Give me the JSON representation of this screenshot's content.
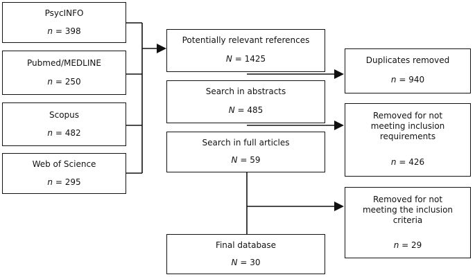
{
  "sources": [
    {
      "name": "PsycINFO",
      "count_var": "n",
      "count_value": "398"
    },
    {
      "name": "Pubmed/MEDLINE",
      "count_var": "n",
      "count_value": "250"
    },
    {
      "name": "Scopus",
      "count_var": "n",
      "count_value": "482"
    },
    {
      "name": "Web of Science",
      "count_var": "n",
      "count_value": "295"
    }
  ],
  "stages": [
    {
      "label": "Potentially relevant references",
      "count_var": "N",
      "count_value": "1425"
    },
    {
      "label": "Search in abstracts",
      "count_var": "N",
      "count_value": "485"
    },
    {
      "label": "Search in full articles",
      "count_var": "N",
      "count_value": "59"
    },
    {
      "label": "Final database",
      "count_var": "N",
      "count_value": "30"
    }
  ],
  "exclusions": [
    {
      "lines": [
        "Duplicates removed"
      ],
      "count_var": "n",
      "count_value": "940"
    },
    {
      "lines": [
        "Removed for not",
        "meeting inclusion",
        "requirements"
      ],
      "count_var": "n",
      "count_value": "426"
    },
    {
      "lines": [
        "Removed for not",
        "meeting the inclusion",
        "criteria"
      ],
      "count_var": "n",
      "count_value": "29"
    }
  ]
}
